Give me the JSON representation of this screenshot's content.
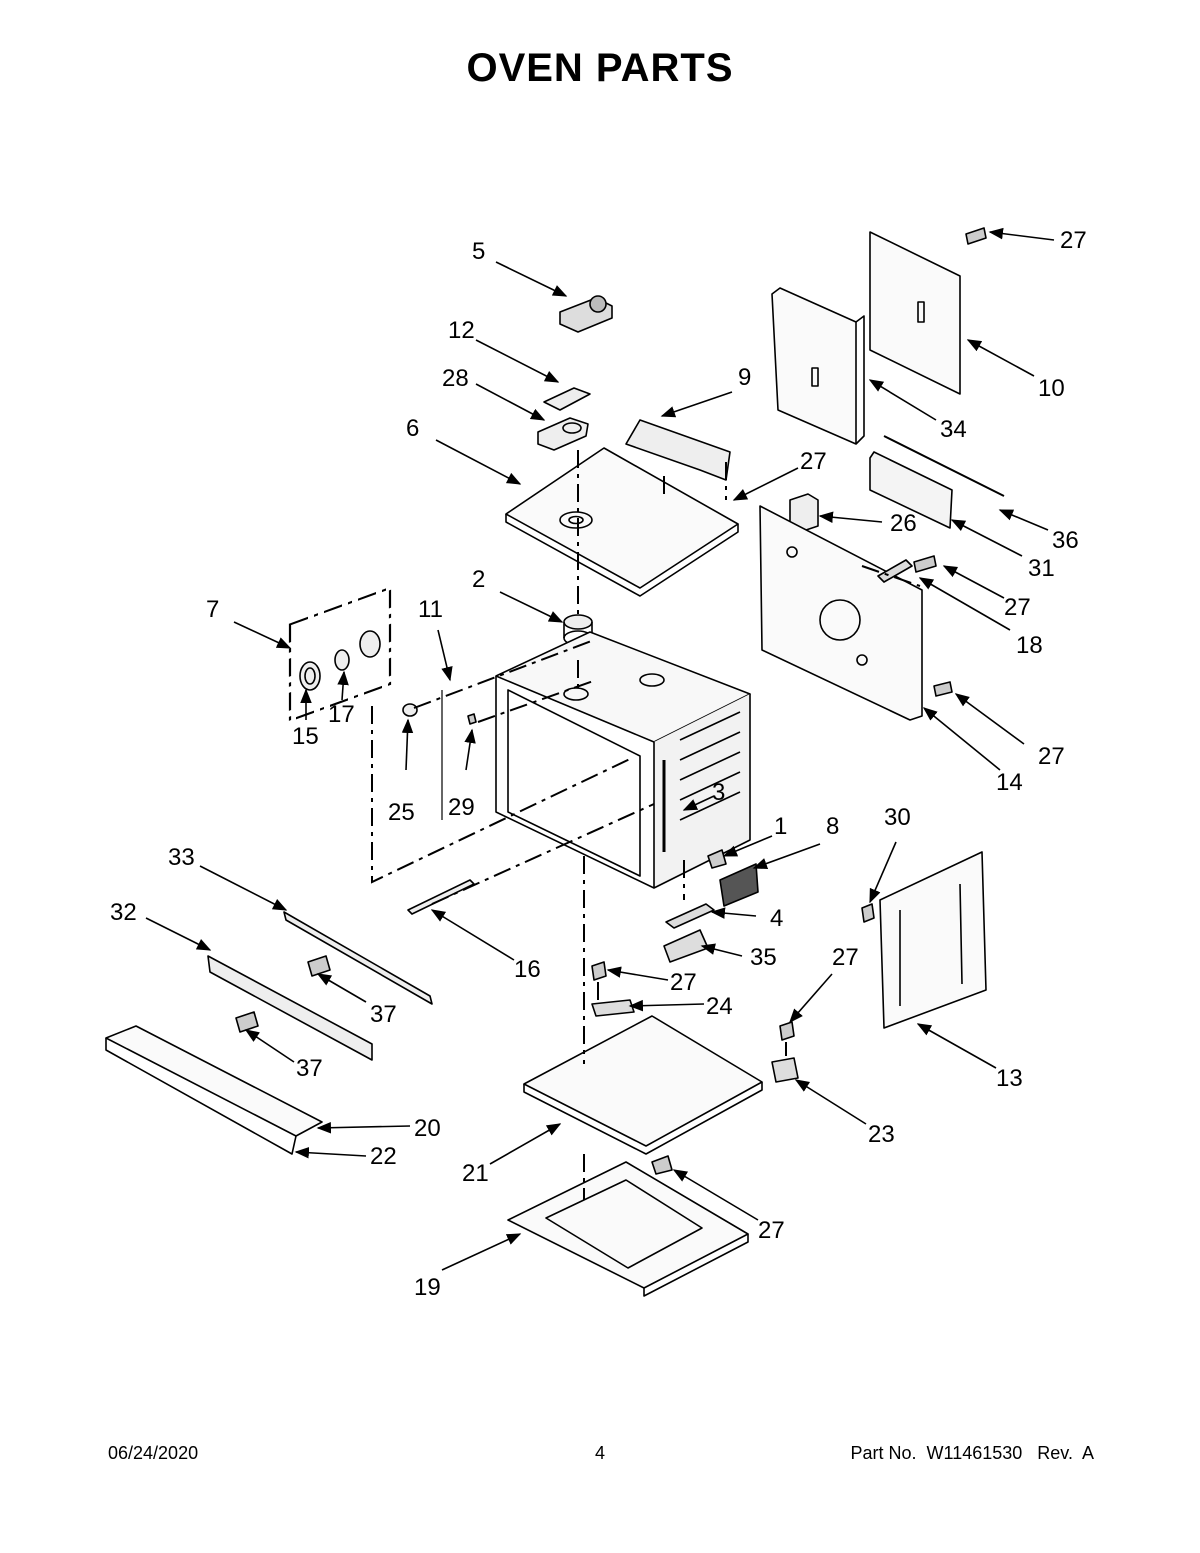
{
  "header": {
    "title": "OVEN PARTS"
  },
  "callouts": [
    {
      "id": "c1",
      "label": "1"
    },
    {
      "id": "c2",
      "label": "2"
    },
    {
      "id": "c3",
      "label": "3"
    },
    {
      "id": "c4",
      "label": "4"
    },
    {
      "id": "c5",
      "label": "5"
    },
    {
      "id": "c6",
      "label": "6"
    },
    {
      "id": "c7",
      "label": "7"
    },
    {
      "id": "c8",
      "label": "8"
    },
    {
      "id": "c9",
      "label": "9"
    },
    {
      "id": "c10",
      "label": "10"
    },
    {
      "id": "c11",
      "label": "11"
    },
    {
      "id": "c12",
      "label": "12"
    },
    {
      "id": "c13",
      "label": "13"
    },
    {
      "id": "c14",
      "label": "14"
    },
    {
      "id": "c15",
      "label": "15"
    },
    {
      "id": "c16",
      "label": "16"
    },
    {
      "id": "c17",
      "label": "17"
    },
    {
      "id": "c18",
      "label": "18"
    },
    {
      "id": "c19",
      "label": "19"
    },
    {
      "id": "c20",
      "label": "20"
    },
    {
      "id": "c21",
      "label": "21"
    },
    {
      "id": "c22",
      "label": "22"
    },
    {
      "id": "c23",
      "label": "23"
    },
    {
      "id": "c24",
      "label": "24"
    },
    {
      "id": "c25",
      "label": "25"
    },
    {
      "id": "c26",
      "label": "26"
    },
    {
      "id": "c27a",
      "label": "27"
    },
    {
      "id": "c27b",
      "label": "27"
    },
    {
      "id": "c27c",
      "label": "27"
    },
    {
      "id": "c27d",
      "label": "27"
    },
    {
      "id": "c27e",
      "label": "27"
    },
    {
      "id": "c27f",
      "label": "27"
    },
    {
      "id": "c27g",
      "label": "27"
    },
    {
      "id": "c28",
      "label": "28"
    },
    {
      "id": "c29",
      "label": "29"
    },
    {
      "id": "c30",
      "label": "30"
    },
    {
      "id": "c31",
      "label": "31"
    },
    {
      "id": "c32",
      "label": "32"
    },
    {
      "id": "c33",
      "label": "33"
    },
    {
      "id": "c34",
      "label": "34"
    },
    {
      "id": "c35",
      "label": "35"
    },
    {
      "id": "c36",
      "label": "36"
    },
    {
      "id": "c37a",
      "label": "37"
    },
    {
      "id": "c37b",
      "label": "37"
    }
  ],
  "footer": {
    "date": "06/24/2020",
    "page": "4",
    "part_no": "Part No.  W11461530   Rev.  A"
  }
}
